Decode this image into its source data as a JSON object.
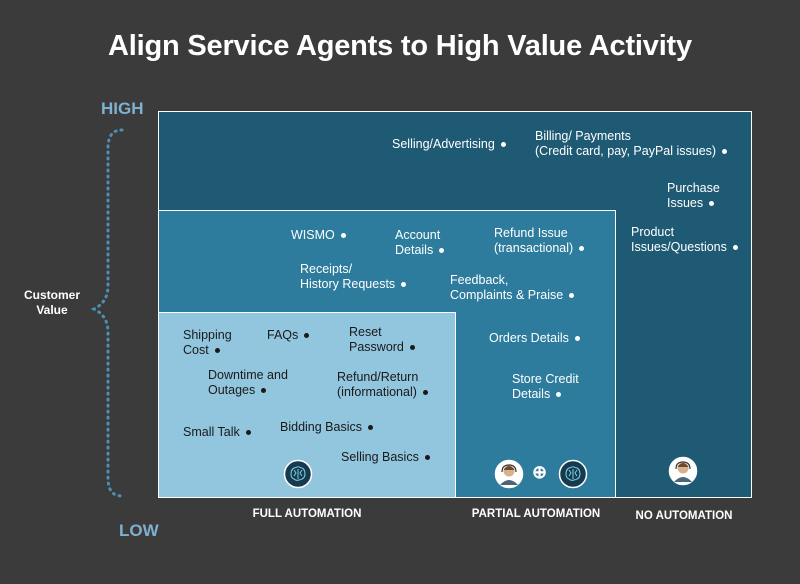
{
  "title": "Align Service Agents to High Value Activity",
  "axis": {
    "high": "HIGH",
    "low": "LOW",
    "y_label_line1": "Customer",
    "y_label_line2": "Value"
  },
  "columns": {
    "full": "FULL AUTOMATION",
    "partial": "PARTIAL AUTOMATION",
    "none": "NO AUTOMATION"
  },
  "colors": {
    "background": "#3b3b3b",
    "outer": "#1e5a74",
    "mid": "#2d7c9d",
    "inner": "#92c5de",
    "accent": "#7fb0cf"
  },
  "no_automation": {
    "selling": "Selling/Advertising",
    "billing_1": "Billing/ Payments",
    "billing_2": "(Credit card, pay, PayPal issues)",
    "purchase_1": "Purchase",
    "purchase_2": "Issues",
    "product_1": "Product",
    "product_2": "Issues/Questions"
  },
  "partial_automation": {
    "wismo": "WISMO",
    "account_1": "Account",
    "account_2": "Details",
    "refund_1": "Refund Issue",
    "refund_2": "(transactional)",
    "receipts_1": "Receipts/",
    "receipts_2": "History Requests",
    "feedback_1": "Feedback,",
    "feedback_2": "Complaints & Praise",
    "orders": "Orders Details",
    "store_credit_1": "Store Credit",
    "store_credit_2": "Details"
  },
  "full_automation": {
    "shipping_1": "Shipping",
    "shipping_2": "Cost",
    "faqs": "FAQs",
    "reset_1": "Reset",
    "reset_2": "Password",
    "downtime_1": "Downtime and",
    "downtime_2": "Outages",
    "refund_return_1": "Refund/Return",
    "refund_return_2": "(informational)",
    "small_talk": "Small Talk",
    "bidding": "Bidding Basics",
    "selling_basics": "Selling Basics"
  },
  "icons": [
    "bot-icon",
    "agent-icon",
    "plus-icon"
  ]
}
